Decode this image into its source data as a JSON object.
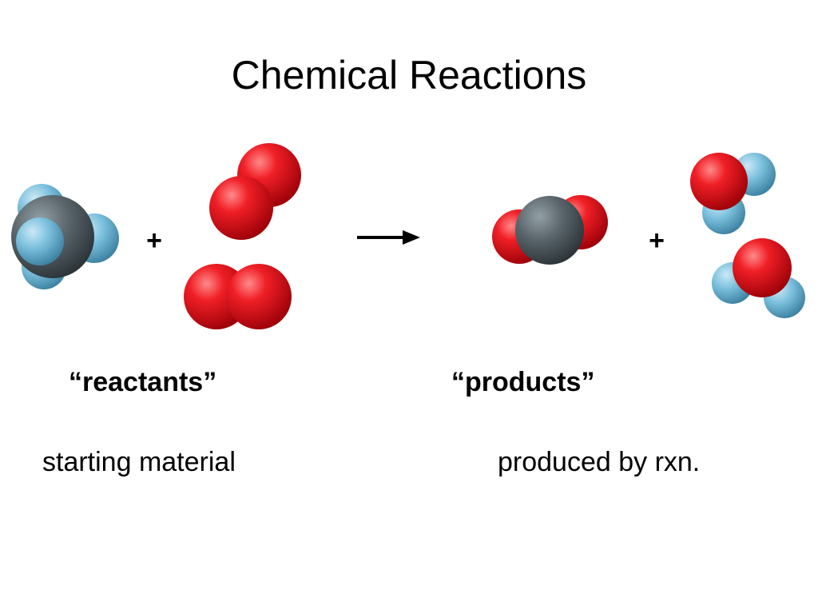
{
  "slide": {
    "title": "Chemical Reactions"
  },
  "equation": {
    "plus_1": "+",
    "plus_2": "+",
    "arrow_icon": "right-arrow-icon",
    "molecules": [
      {
        "role": "reactant",
        "name": "methane"
      },
      {
        "role": "reactant",
        "name": "oxygen"
      },
      {
        "role": "reactant",
        "name": "oxygen"
      },
      {
        "role": "product",
        "name": "carbon-dioxide"
      },
      {
        "role": "product",
        "name": "water"
      },
      {
        "role": "product",
        "name": "water"
      }
    ],
    "atom_colors": {
      "carbon": "#4e5a60",
      "oxygen": "#e3121b",
      "hydrogen": "#6fb6d4"
    }
  },
  "labels": {
    "reactants": "“reactants”",
    "products": "“products”",
    "reactants_desc": "starting material",
    "products_desc": "produced by rxn."
  }
}
